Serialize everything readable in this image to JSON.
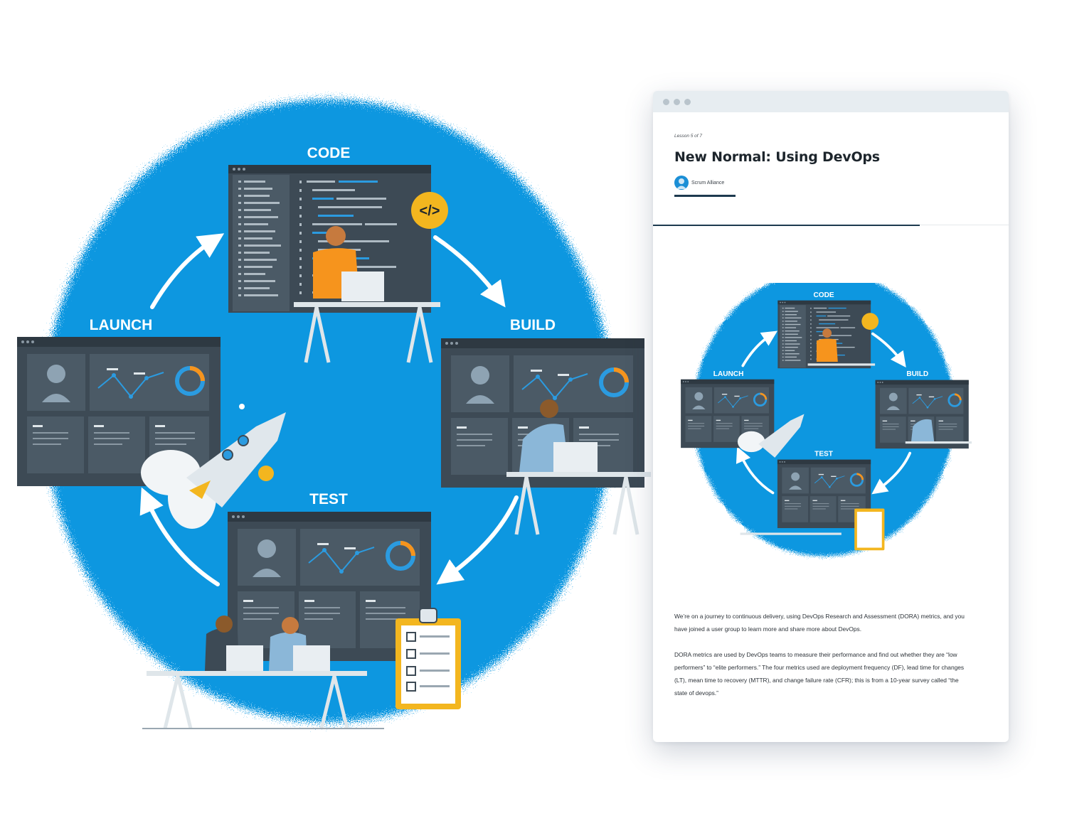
{
  "cycle": {
    "stages": [
      "CODE",
      "BUILD",
      "TEST",
      "LAUNCH"
    ],
    "code_badge": "</>"
  },
  "lesson": {
    "label": "Lesson 5 of 7",
    "title": "New Normal: Using DevOps",
    "author": "Scrum Alliance",
    "progress_fraction": 0.75
  },
  "body": {
    "paragraphs": [
      "We’re on a journey to continuous delivery, using DevOps Research and Assessment (DORA) metrics, and you have joined a user group to learn more and share more about DevOps.",
      "DORA metrics are used by DevOps teams to measure their performance and find out whether they are “low performers” to “elite performers.” The four metrics used are deployment frequency (DF), lead time for changes (LT), mean time to recovery (MTTR), and change failure rate (CFR); this is from a 10-year survey called “the state of devops.”"
    ]
  },
  "colors": {
    "blue": "#0f97e0",
    "panel": "#3d4a55",
    "accent_orange": "#f6941d",
    "accent_yellow": "#f3b61f",
    "navy": "#1d3a4f"
  },
  "icons": [
    "code-icon",
    "rocket-icon",
    "clipboard-icon",
    "avatar-icon"
  ]
}
